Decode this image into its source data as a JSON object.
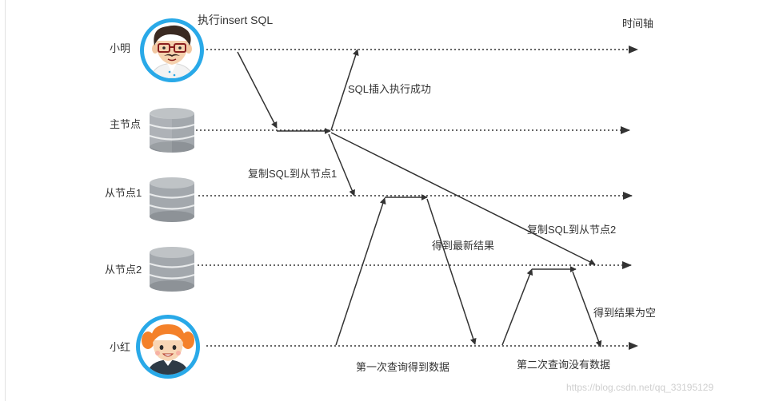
{
  "actors": [
    {
      "id": "xiaoming",
      "label": "小明",
      "icon": "boy-avatar-icon"
    },
    {
      "id": "master",
      "label": "主节点",
      "icon": "database-icon"
    },
    {
      "id": "slave1",
      "label": "从节点1",
      "icon": "database-icon"
    },
    {
      "id": "slave2",
      "label": "从节点2",
      "icon": "database-icon"
    },
    {
      "id": "xiaohong",
      "label": "小红",
      "icon": "girl-avatar-icon"
    }
  ],
  "timeline_label": "时间轴",
  "annotations": {
    "exec_insert": "执行insert SQL",
    "insert_success": "SQL插入执行成功",
    "copy_to_slave1": "复制SQL到从节点1",
    "copy_to_slave2": "复制SQL到从节点2",
    "got_latest": "得到最新结果",
    "got_empty": "得到结果为空",
    "first_query": "第一次查询得到数据",
    "second_query": "第二次查询没有数据"
  },
  "watermark": "https://blog.csdn.net/qq_33195129",
  "colors": {
    "line": "#333333",
    "avatar_ring": "#29a9e8",
    "db_gray": "#a3a8ad",
    "db_dark": "#7d8287",
    "girl_hair": "#f4812a"
  }
}
